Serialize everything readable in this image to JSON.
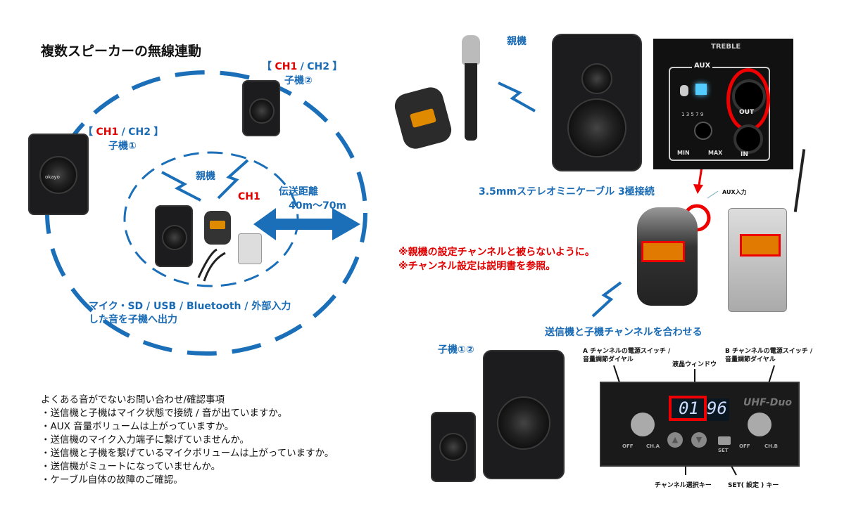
{
  "title": "複数スピーカーの無線連動",
  "left_diagram": {
    "child2": {
      "bracket_open": "【",
      "ch1": "CH1",
      "sep": "/",
      "ch2": "CH2",
      "bracket_close": "】",
      "name": "子機②"
    },
    "child1": {
      "bracket_open": "【",
      "ch1": "CH1",
      "sep": "/",
      "ch2": "CH2",
      "bracket_close": "】",
      "name": "子機①"
    },
    "parent_label": "親機",
    "parent_channel": "CH1",
    "distance_label": "伝送距離",
    "distance_value": "40m〜70m",
    "output_line1": "マイク・SD / USB / Bluetooth / 外部入力",
    "output_line2": "した音を子機へ出力",
    "speaker_brand": "okayo"
  },
  "right_diagram": {
    "parent_label": "親機",
    "panel": {
      "treble": "TREBLE",
      "aux": "AUX",
      "out": "OUT",
      "in": "IN",
      "min": "MIN",
      "max": "MAX",
      "dial_marks": [
        "1",
        "3",
        "5",
        "7",
        "9"
      ]
    },
    "cable_label": "3.5mmステレオミニケーブル 3極接続",
    "aux_input_label": "AUX入力",
    "notes": [
      "※親機の設定チャンネルと被らないように。",
      "※チャンネル設定は説明書を参照。"
    ],
    "match_label": "送信機と子機チャンネルを合わせる",
    "children_label": "子機①②",
    "receiver": {
      "a_channel_label": [
        "A チャンネルの電源スイッチ /",
        "音量調節ダイヤル"
      ],
      "b_channel_label": [
        "B チャンネルの電源スイッチ /",
        "音量調節ダイヤル"
      ],
      "lcd_label": "液晶ウィンドウ",
      "lcd_value": "01",
      "lcd_value_b": "96",
      "brand": "UHF-Duo",
      "off": "OFF",
      "ch_a": "CH.A",
      "ch_b": "CH.B",
      "set": "SET",
      "channel_key_label": "チャンネル選択キー",
      "set_key_label": "SET( 設定 ) キー"
    }
  },
  "faq": {
    "heading": "よくある音がでないお問い合わせ/確認事項",
    "items": [
      "・送信機と子機はマイク状態で接続 / 音が出ていますか。",
      "・AUX 音量ボリュームは上がっていますか。",
      "・送信機のマイク入力端子に繋げていませんか。",
      "・送信機と子機を繋げているマイクボリュームは上がっていますか。",
      "・送信機がミュートになっていませんか。",
      "・ケーブル自体の故障のご確認。"
    ]
  },
  "colors": {
    "accent_blue": "#1a6bb5",
    "alert_red": "#e00000",
    "panel_dark": "#111111"
  }
}
